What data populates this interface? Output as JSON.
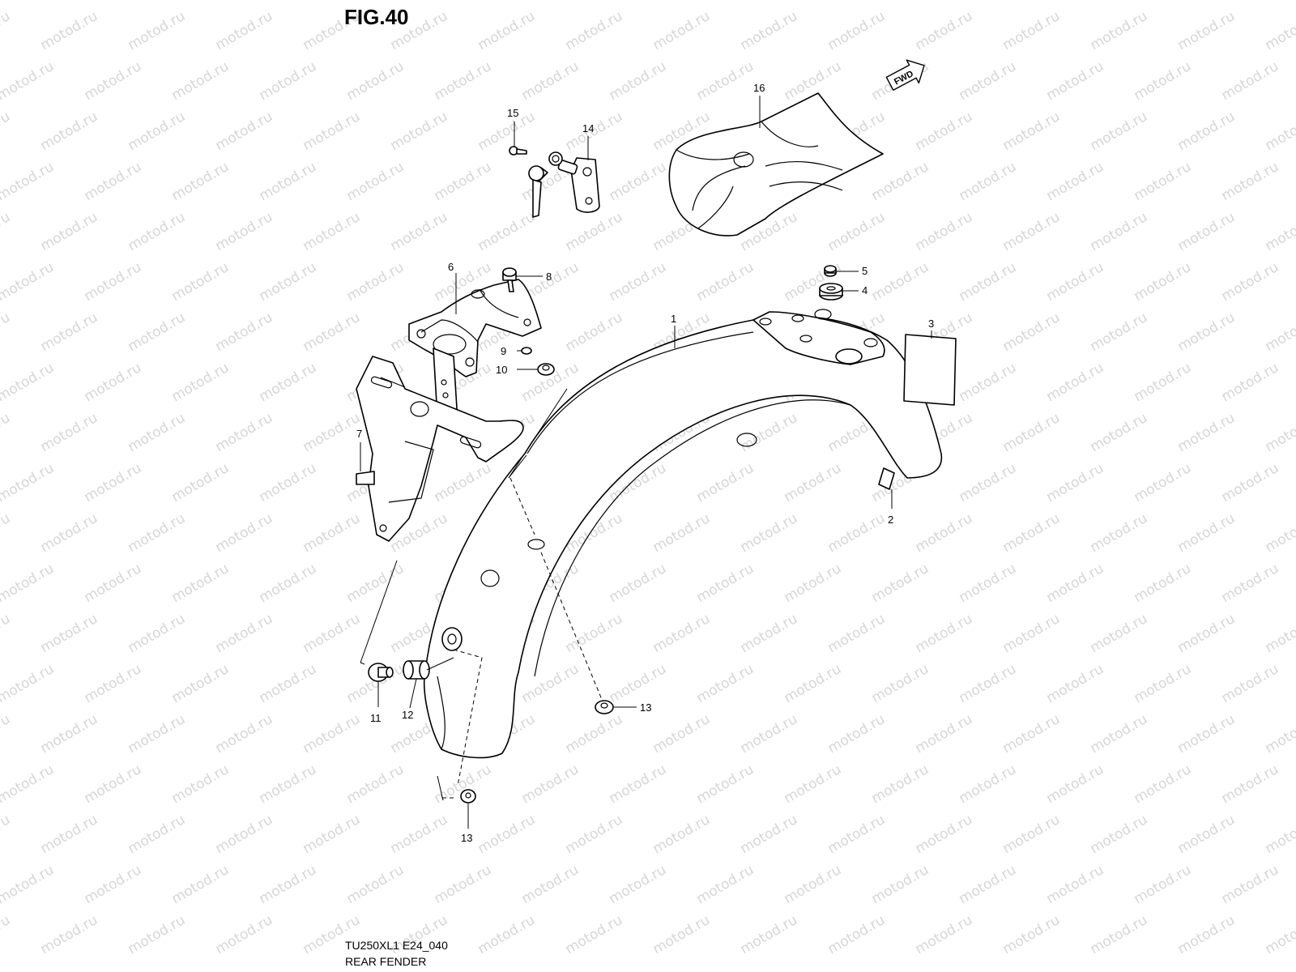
{
  "figure": {
    "title": "FIG.40"
  },
  "watermark": {
    "text": "motod.ru"
  },
  "direction_marker": {
    "label": "FWD"
  },
  "callouts": [
    {
      "id": "1",
      "label": "1"
    },
    {
      "id": "2",
      "label": "2"
    },
    {
      "id": "3",
      "label": "3"
    },
    {
      "id": "4",
      "label": "4"
    },
    {
      "id": "5",
      "label": "5"
    },
    {
      "id": "6",
      "label": "6"
    },
    {
      "id": "7",
      "label": "7"
    },
    {
      "id": "8",
      "label": "8"
    },
    {
      "id": "9",
      "label": "9"
    },
    {
      "id": "10",
      "label": "10"
    },
    {
      "id": "11",
      "label": "11"
    },
    {
      "id": "12",
      "label": "12"
    },
    {
      "id": "13a",
      "label": "13"
    },
    {
      "id": "13b",
      "label": "13"
    },
    {
      "id": "14",
      "label": "14"
    },
    {
      "id": "15",
      "label": "15"
    },
    {
      "id": "16",
      "label": "16"
    }
  ],
  "caption": {
    "model_code": "TU250XL1 E24_040",
    "section_name": "REAR FENDER"
  }
}
